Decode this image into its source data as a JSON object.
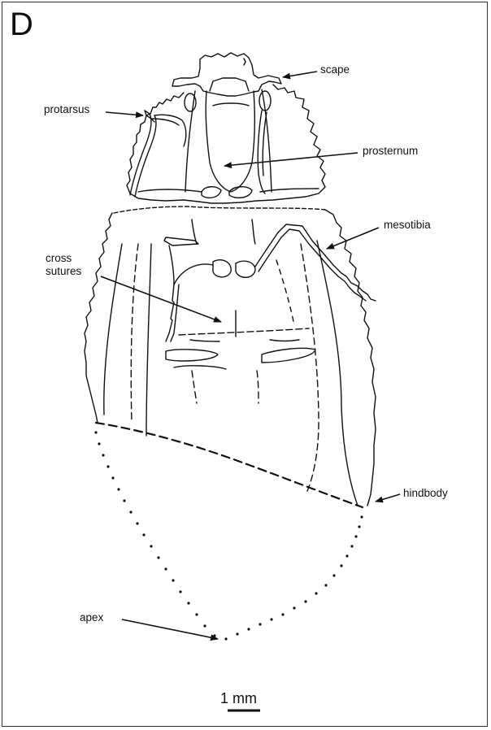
{
  "figure": {
    "panel_letter": "D",
    "scale_bar_label": "1 mm",
    "labels": {
      "scape": "scape",
      "protarsus": "protarsus",
      "prosternum": "prosternum",
      "mesotibia": "mesotibia",
      "cross_sutures": "cross sutures",
      "hindbody": "hindbody",
      "apex": "apex"
    },
    "colors": {
      "ink": "#111111",
      "background": "#ffffff"
    }
  }
}
